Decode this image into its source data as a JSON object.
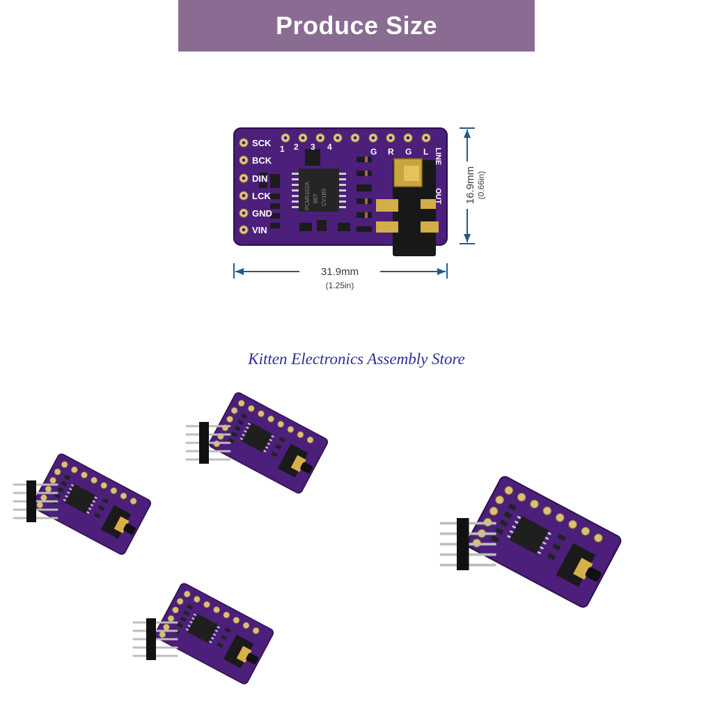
{
  "banner": {
    "title": "Produce Size"
  },
  "board": {
    "pin_labels": [
      "SCK",
      "BCK",
      "DIN",
      "LCK",
      "GND",
      "VIN"
    ],
    "top_labels": [
      "1",
      "2",
      "3",
      "4",
      "G",
      "R",
      "G",
      "L"
    ],
    "right_labels": [
      "LINE",
      "OUT"
    ],
    "chip_text": [
      "PCM5102A",
      "86T",
      "CV1B5"
    ]
  },
  "dimensions": {
    "width_mm": "31.9mm",
    "width_in": "(1.25in)",
    "height_mm": "16.9mm",
    "height_in": "(0.66in)"
  },
  "store": {
    "name": "Kitten Electronics Assembly Store"
  },
  "colors": {
    "banner": "#8a6c93",
    "pcb": "#4b1f7a",
    "store_text": "#2c2c9e"
  }
}
